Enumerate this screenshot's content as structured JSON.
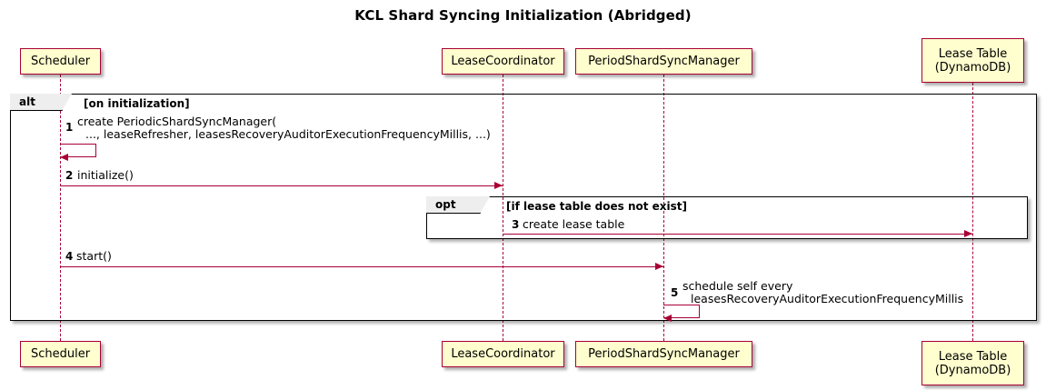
{
  "diagram": {
    "title": "KCL Shard Syncing Initialization (Abridged)",
    "type": "uml-sequence-diagram",
    "colors": {
      "participant_fill": "#FEFECE",
      "participant_border": "#A80036",
      "arrow": "#A80036",
      "frame_border": "#000000",
      "frame_label_fill": "#EEEEEE",
      "background": "#FFFFFF"
    }
  },
  "participants": [
    {
      "id": "scheduler",
      "label_line1": "Scheduler",
      "label_line2": ""
    },
    {
      "id": "leasecoord",
      "label_line1": "LeaseCoordinator",
      "label_line2": ""
    },
    {
      "id": "psyncmanager",
      "label_line1": "PeriodShardSyncManager",
      "label_line2": ""
    },
    {
      "id": "leasetable",
      "label_line1": "Lease Table",
      "label_line2": "(DynamoDB)"
    }
  ],
  "frames": [
    {
      "id": "alt-frame",
      "keyword": "alt",
      "guard": "[on initialization]"
    },
    {
      "id": "opt-frame",
      "keyword": "opt",
      "guard": "[if lease table does not exist]"
    }
  ],
  "messages": [
    {
      "num": "1",
      "from": "scheduler",
      "to": "scheduler",
      "kind": "self",
      "text_line1": "create PeriodicShardSyncManager(",
      "text_line2": "..., leaseRefresher, leasesRecoveryAuditorExecutionFrequencyMillis, ...)"
    },
    {
      "num": "2",
      "from": "scheduler",
      "to": "leasecoord",
      "kind": "call",
      "text_line1": "initialize()",
      "text_line2": ""
    },
    {
      "num": "3",
      "from": "leasecoord",
      "to": "leasetable",
      "kind": "call",
      "text_line1": "create lease table",
      "text_line2": ""
    },
    {
      "num": "4",
      "from": "scheduler",
      "to": "psyncmanager",
      "kind": "call",
      "text_line1": "start()",
      "text_line2": ""
    },
    {
      "num": "5",
      "from": "psyncmanager",
      "to": "psyncmanager",
      "kind": "self",
      "text_line1": "schedule self every",
      "text_line2": "leasesRecoveryAuditorExecutionFrequencyMillis"
    }
  ]
}
